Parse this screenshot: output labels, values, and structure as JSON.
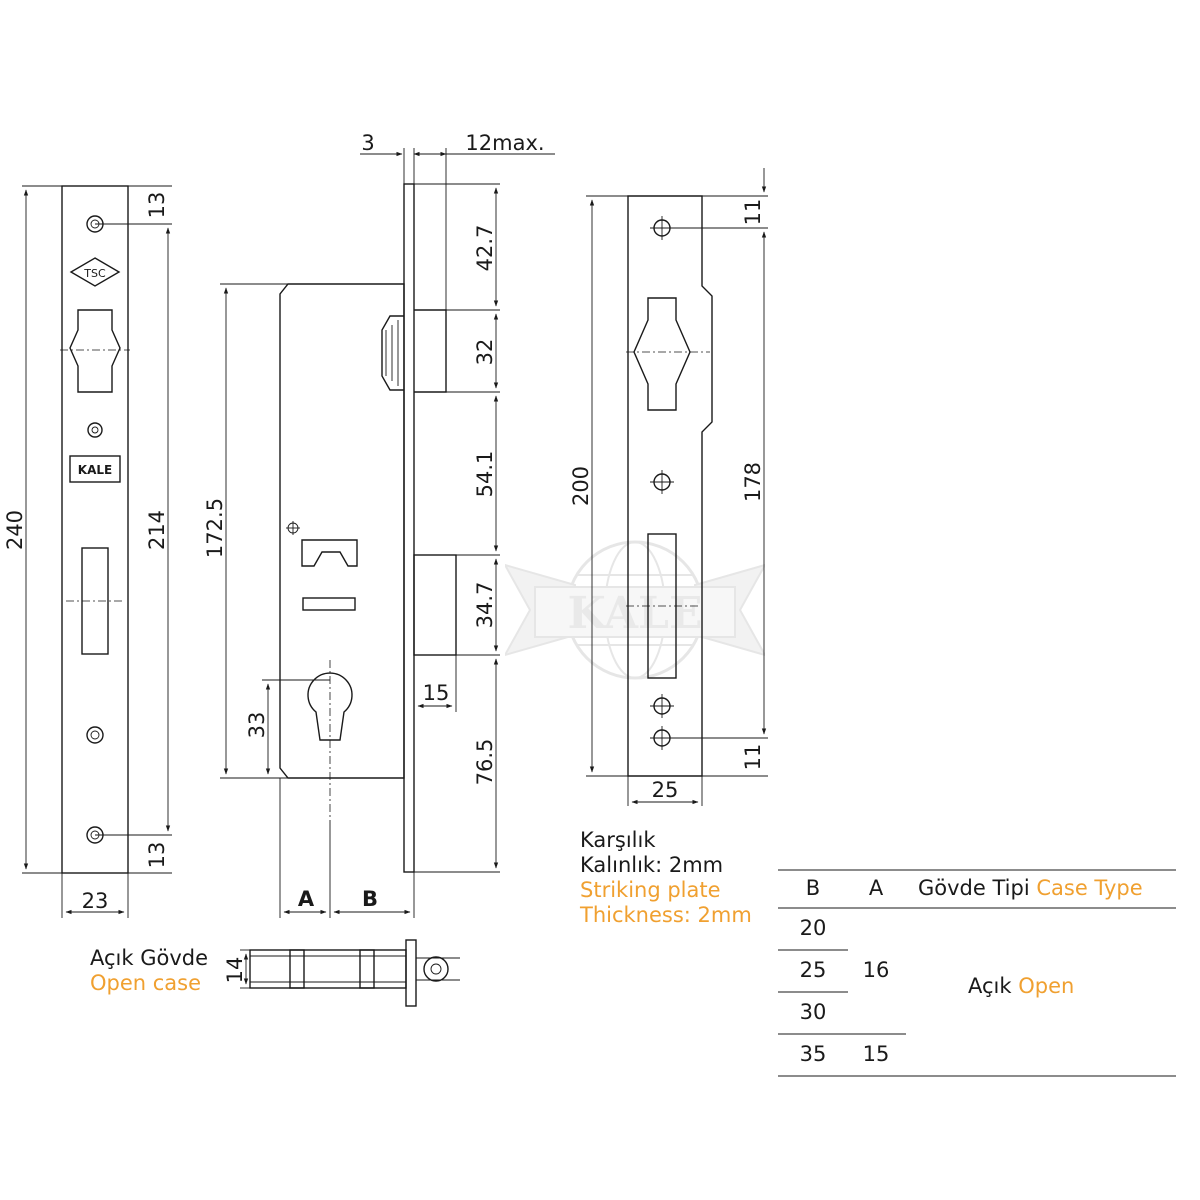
{
  "front_view": {
    "height_total": "240",
    "height_inner": "214",
    "top_offset": "13",
    "bottom_offset": "13",
    "width": "23",
    "logo_top": "TSC",
    "logo_brand": "KALE"
  },
  "side_view": {
    "faceplate_thickness": "3",
    "latch_projection": "12max.",
    "case_height": "172.5",
    "cylinder_offset": "33",
    "seg1": "42.7",
    "seg2": "32",
    "seg3": "54.1",
    "seg4": "34.7",
    "seg5": "76.5",
    "bolt_throw": "15",
    "dim_a": "A",
    "dim_b": "B"
  },
  "striker_view": {
    "height_total": "200",
    "height_inner": "178",
    "top_offset": "11",
    "bottom_offset": "11",
    "width": "25"
  },
  "open_case_view": {
    "thickness": "14",
    "label_tr": "Açık Gövde",
    "label_en": "Open case"
  },
  "striking_plate_note": {
    "line1_tr": "Karşılık",
    "line2_tr": "Kalınlık: 2mm",
    "line1_en": "Striking plate",
    "line2_en": "Thickness: 2mm"
  },
  "spec_table": {
    "header_b": "B",
    "header_a": "A",
    "header_type_tr": "Gövde Tipi",
    "header_type_en": "Case Type",
    "rows_b": [
      "20",
      "25",
      "30",
      "35"
    ],
    "a_16": "16",
    "a_15": "15",
    "type_tr": "Açık",
    "type_en": "Open"
  },
  "watermark": "KALE",
  "colors": {
    "line": "#1a1a1a",
    "accent_orange": "#f0a030",
    "watermark": "#c8c8c8"
  }
}
